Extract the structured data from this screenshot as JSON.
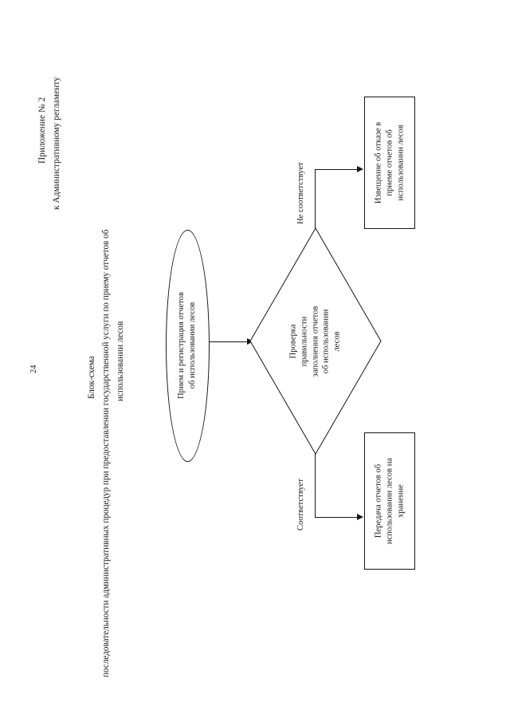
{
  "document": {
    "page_number": "24",
    "appendix_line1": "Приложение № 2",
    "appendix_line2": "к Административному регламенту",
    "title_line1": "Блок-схема",
    "title_line2": "последовательности административных процедур при предоставлении государственной услуги по приему отчетов об",
    "title_line3": "использовании лесов"
  },
  "chart_data": {
    "type": "diagram",
    "title": "Блок-схема последовательности административных процедур при предоставлении государственной услуги по приему отчетов об использовании лесов",
    "orientation": "landscape-rotated-90",
    "nodes": [
      {
        "id": "start",
        "shape": "ellipse",
        "label": "Прием и регистрация отчетов\nоб использовании лесов"
      },
      {
        "id": "decision",
        "shape": "diamond",
        "label": "Проверка\nправильности\nзаполнения отчетов\nоб использовании\nлесов"
      },
      {
        "id": "refusal",
        "shape": "rectangle",
        "label": "Извещение об отказе в\nприеме отчетов об\nиспользовании лесов"
      },
      {
        "id": "storage",
        "shape": "rectangle",
        "label": "Передача отчетов об\nиспользовании лесов на\nхранение"
      }
    ],
    "edges": [
      {
        "from": "start",
        "to": "decision",
        "label": ""
      },
      {
        "from": "decision",
        "to": "refusal",
        "label": "Не соответствует"
      },
      {
        "from": "decision",
        "to": "storage",
        "label": "Соответствует"
      }
    ],
    "colors": {
      "stroke": "#161616",
      "fill": "#ffffff",
      "text": "#1a1a1a"
    }
  }
}
